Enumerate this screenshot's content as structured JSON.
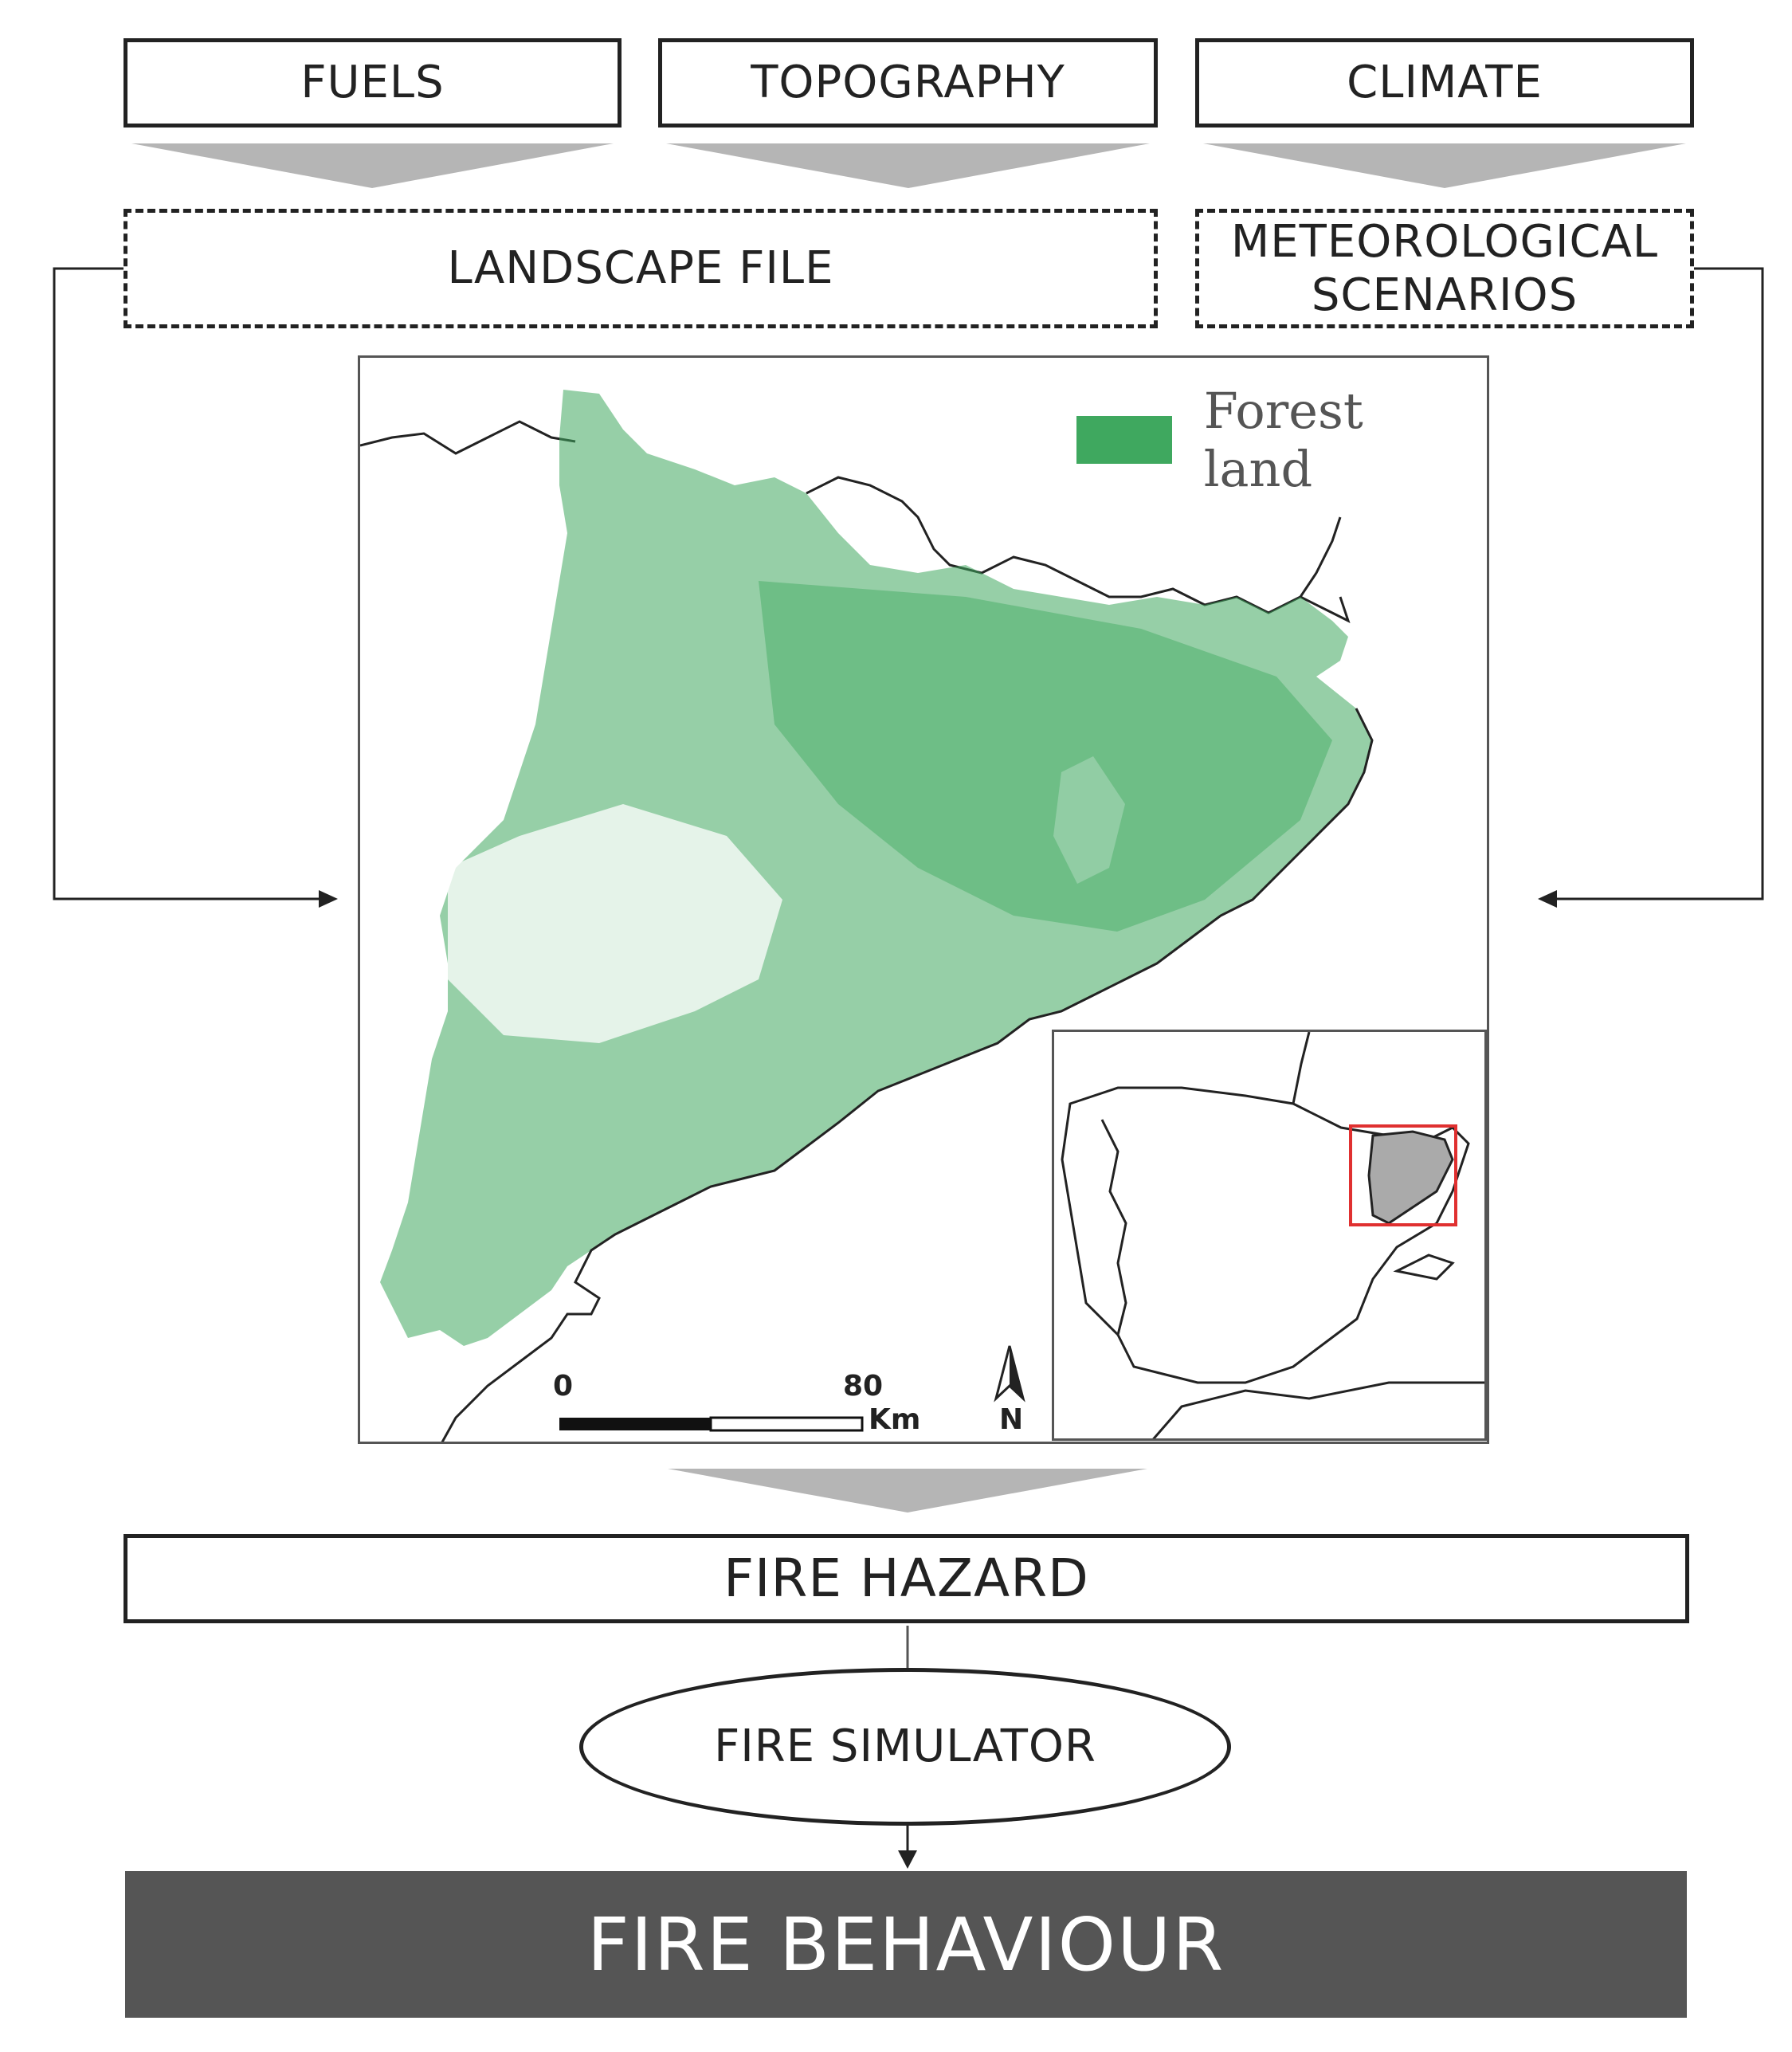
{
  "inputs": [
    {
      "label": "FUELS"
    },
    {
      "label": "TOPOGRAPHY"
    },
    {
      "label": "CLIMATE"
    }
  ],
  "intermediate": {
    "landscape_file": "LANDSCAPE FILE",
    "meteorological_line1": "METEOROLOGICAL",
    "meteorological_line2": "SCENARIOS"
  },
  "map": {
    "legend_label": "Forest land",
    "legend_color": "#3fa85f",
    "scale_start": "0",
    "scale_end": "80",
    "scale_unit": "Km",
    "north_label": "N",
    "highlight_color": "#e03030",
    "region_fill": "#aaaaaa"
  },
  "fire_hazard": "FIRE HAZARD",
  "fire_simulator": "FIRE SIMULATOR",
  "fire_behaviour": "FIRE BEHAVIOUR",
  "colors": {
    "arrow_gray": "#b5b5b5",
    "output_bg": "#555555"
  }
}
